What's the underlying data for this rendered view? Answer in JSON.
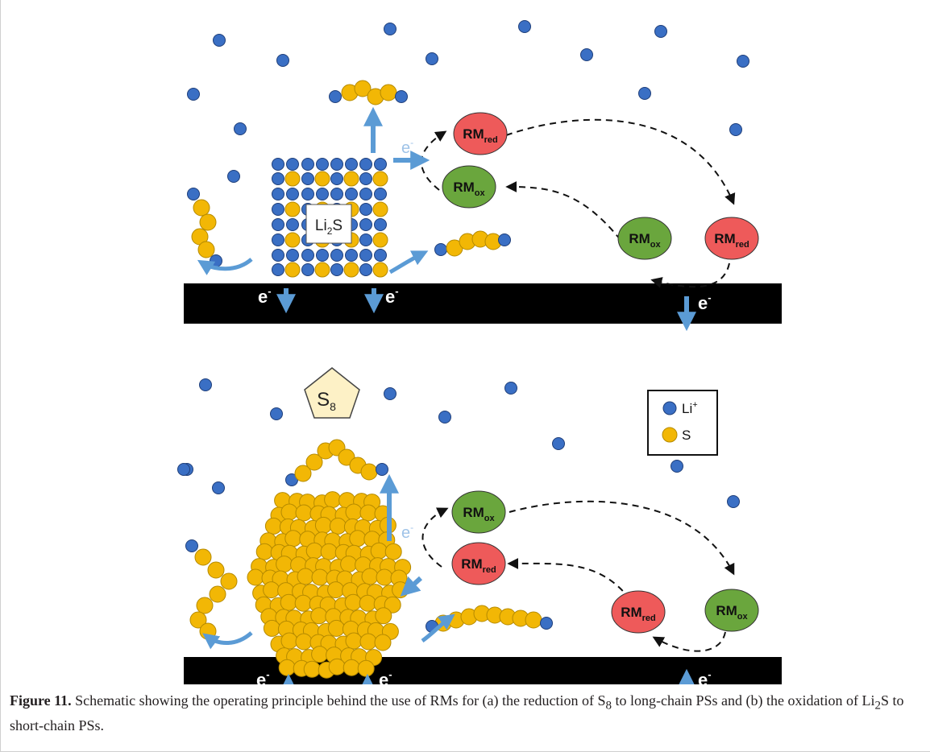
{
  "rm": {
    "prefix": "RM",
    "red_sub": "red",
    "ox_sub": "ox"
  },
  "electron": {
    "letter": "e",
    "sign": "-"
  },
  "crystal": {
    "li2s_pre": "Li",
    "li2s_sub": "2",
    "li2s_post": "S",
    "s8_pre": "S",
    "s8_sub": "8"
  },
  "legend": {
    "li_label": "Li",
    "li_sup": "+",
    "s_label": "S"
  },
  "caption": {
    "label": "Figure 11.",
    "t1": " Schematic showing the operating principle behind the use of RMs for (a) the reduction of S",
    "s1": "8",
    "t2": " to long-chain PSs and (b) the oxidation of Li",
    "s2": "2",
    "t3": "S to short-chain PSs."
  },
  "colors": {
    "li_ion": "#3a6fc4",
    "sulfur": "#f2b705",
    "rm_red": "#ee5a5a",
    "rm_ox": "#6aa63d",
    "arrow": "#5b9bd5",
    "electrode": "#000000"
  }
}
